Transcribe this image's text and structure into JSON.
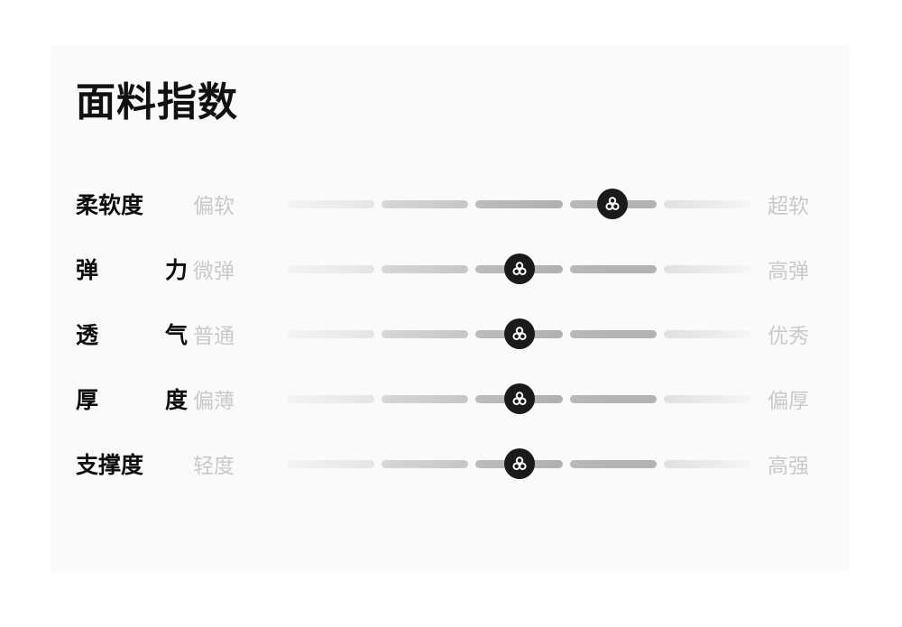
{
  "card": {
    "title": "面料指数",
    "background_color": "#fafafa",
    "page_background_color": "#ffffff"
  },
  "colors": {
    "title": "#111111",
    "metric_label": "#0d0d0d",
    "endpoint_label": "#c9c9c9",
    "thumb": "#1a1a1a",
    "track_light": "#f0f0f0",
    "track_dark": "#b2b2b2"
  },
  "slider": {
    "segment_count": 5,
    "thumb_icon": "trefoil-icon"
  },
  "metrics": [
    {
      "name": "柔软度",
      "name_chars": [
        "柔",
        "软",
        "度"
      ],
      "low_label": "偏软",
      "high_label": "超软",
      "value": 4,
      "max": 5,
      "thumb_percent": 70
    },
    {
      "name": "弹 力",
      "name_chars": [
        "弹",
        "力"
      ],
      "low_label": "微弹",
      "high_label": "高弹",
      "value": 3,
      "max": 5,
      "thumb_percent": 50
    },
    {
      "name": "透 气",
      "name_chars": [
        "透",
        "气"
      ],
      "low_label": "普通",
      "high_label": "优秀",
      "value": 3,
      "max": 5,
      "thumb_percent": 50
    },
    {
      "name": "厚 度",
      "name_chars": [
        "厚",
        "度"
      ],
      "low_label": "偏薄",
      "high_label": "偏厚",
      "value": 3,
      "max": 5,
      "thumb_percent": 50
    },
    {
      "name": "支撑度",
      "name_chars": [
        "支",
        "撑",
        "度"
      ],
      "low_label": "轻度",
      "high_label": "高强",
      "value": 3,
      "max": 5,
      "thumb_percent": 50
    }
  ]
}
